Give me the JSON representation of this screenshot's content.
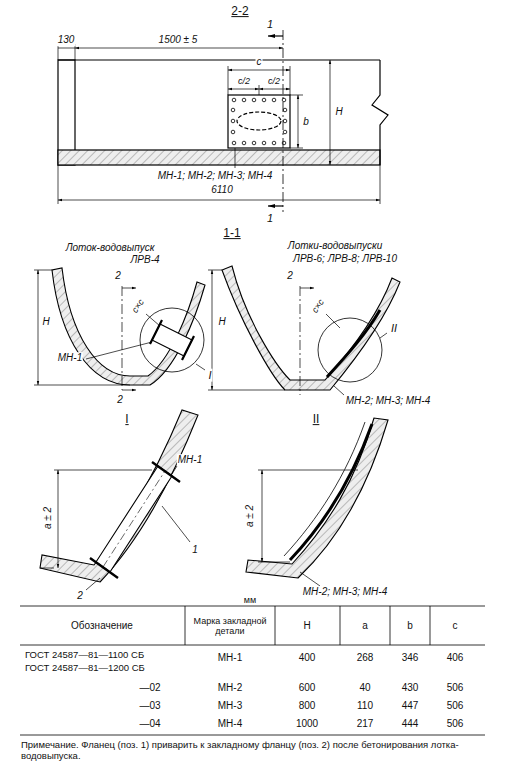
{
  "diagram": {
    "labels": [
      "2-2",
      "1",
      "130",
      "1500 ± 5",
      "c",
      "c/2",
      "c/2",
      "b",
      "H",
      "1",
      "МН-1; МН-2; МН-3; МН-4",
      "6110",
      "1-1",
      "Лоток-водовыпуск",
      "ЛРВ-4",
      "2",
      "H",
      "c×c",
      "МН-1",
      "I",
      "2",
      "2",
      "Лотки-водовыпуски",
      "ЛРВ-6; ЛРВ-8; ЛРВ-10",
      "H",
      "c×c",
      "II",
      "МН-2; МН-3; МН-4",
      "I",
      "МН-1",
      "a ± 2",
      "1",
      "2",
      "II",
      "a ± 2",
      "МН-2; МН-3; МН-4",
      "мм",
      "Обозначение",
      "Марка закладной детали",
      "H",
      "a",
      "b",
      "c",
      "ГОСТ 24587—81—1100 СБ",
      "ГОСТ 24587—81—1200 СБ",
      "МН-1",
      "400",
      "268",
      "346",
      "406",
      "—02",
      "МН-2",
      "600",
      "40",
      "430",
      "506",
      "—03",
      "МН-3",
      "800",
      "110",
      "447",
      "506",
      "—04",
      "МН-4",
      "1000",
      "217",
      "444",
      "506",
      "Примечание. Фланец (поз. 1) приварить к закладному фланцу (поз. 2) после бетонирования лотка-водовыпуска."
    ]
  }
}
